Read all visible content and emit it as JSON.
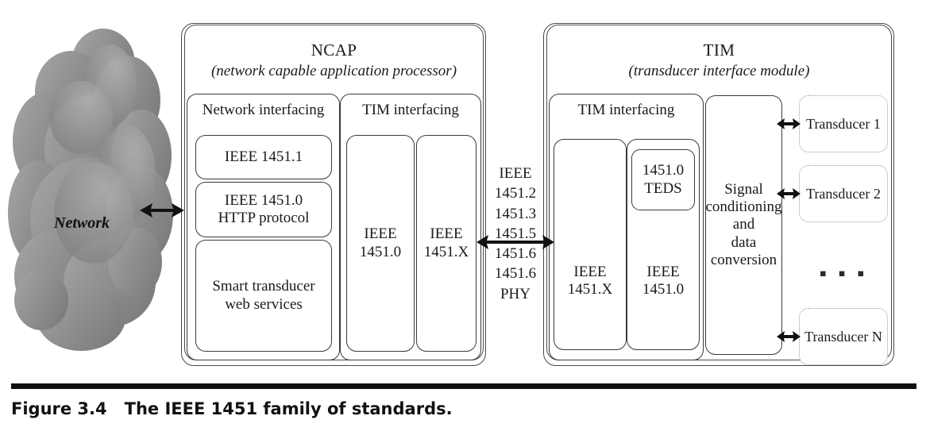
{
  "figure": {
    "caption_number": "Figure 3.4",
    "caption_text": "The IEEE 1451 family of standards."
  },
  "network": {
    "label": "Network",
    "cloud_fill": "#8e8e8e",
    "arrow_to_ncap": "double-headed-arrow"
  },
  "ncap": {
    "title": "NCAP",
    "subtitle": "(network capable application processor)",
    "columns": [
      {
        "header": "Network interfacing",
        "boxes": [
          {
            "label": "IEEE 1451.1"
          },
          {
            "label": "IEEE 1451.0\nHTTP protocol"
          },
          {
            "label": "Smart transducer\nweb services"
          }
        ]
      },
      {
        "header": "TIM interfacing",
        "boxes": [
          {
            "label": "IEEE\n1451.0"
          },
          {
            "label": "IEEE\n1451.X"
          }
        ]
      }
    ]
  },
  "bus": {
    "lines": [
      "IEEE",
      "1451.2",
      "1451.3",
      "1451.5",
      "1451.6",
      "1451.6",
      "PHY"
    ],
    "arrow": "double-headed-arrow"
  },
  "tim": {
    "title": "TIM",
    "subtitle": "(transducer interface module)",
    "interfacing_header": "TIM interfacing",
    "boxes": [
      {
        "label": "IEEE\n1451.X"
      },
      {
        "label": "IEEE\n1451.0"
      }
    ],
    "teds": {
      "label": "1451.0\nTEDS"
    },
    "signal": {
      "label": "Signal\nconditioning\nand\ndata\nconversion"
    }
  },
  "transducers": {
    "items": [
      {
        "label": "Transducer 1"
      },
      {
        "label": "Transducer 2"
      },
      {
        "label": "Transducer N"
      }
    ],
    "ellipsis": "▪ ▪ ▪",
    "connector": "double-headed-arrow"
  }
}
